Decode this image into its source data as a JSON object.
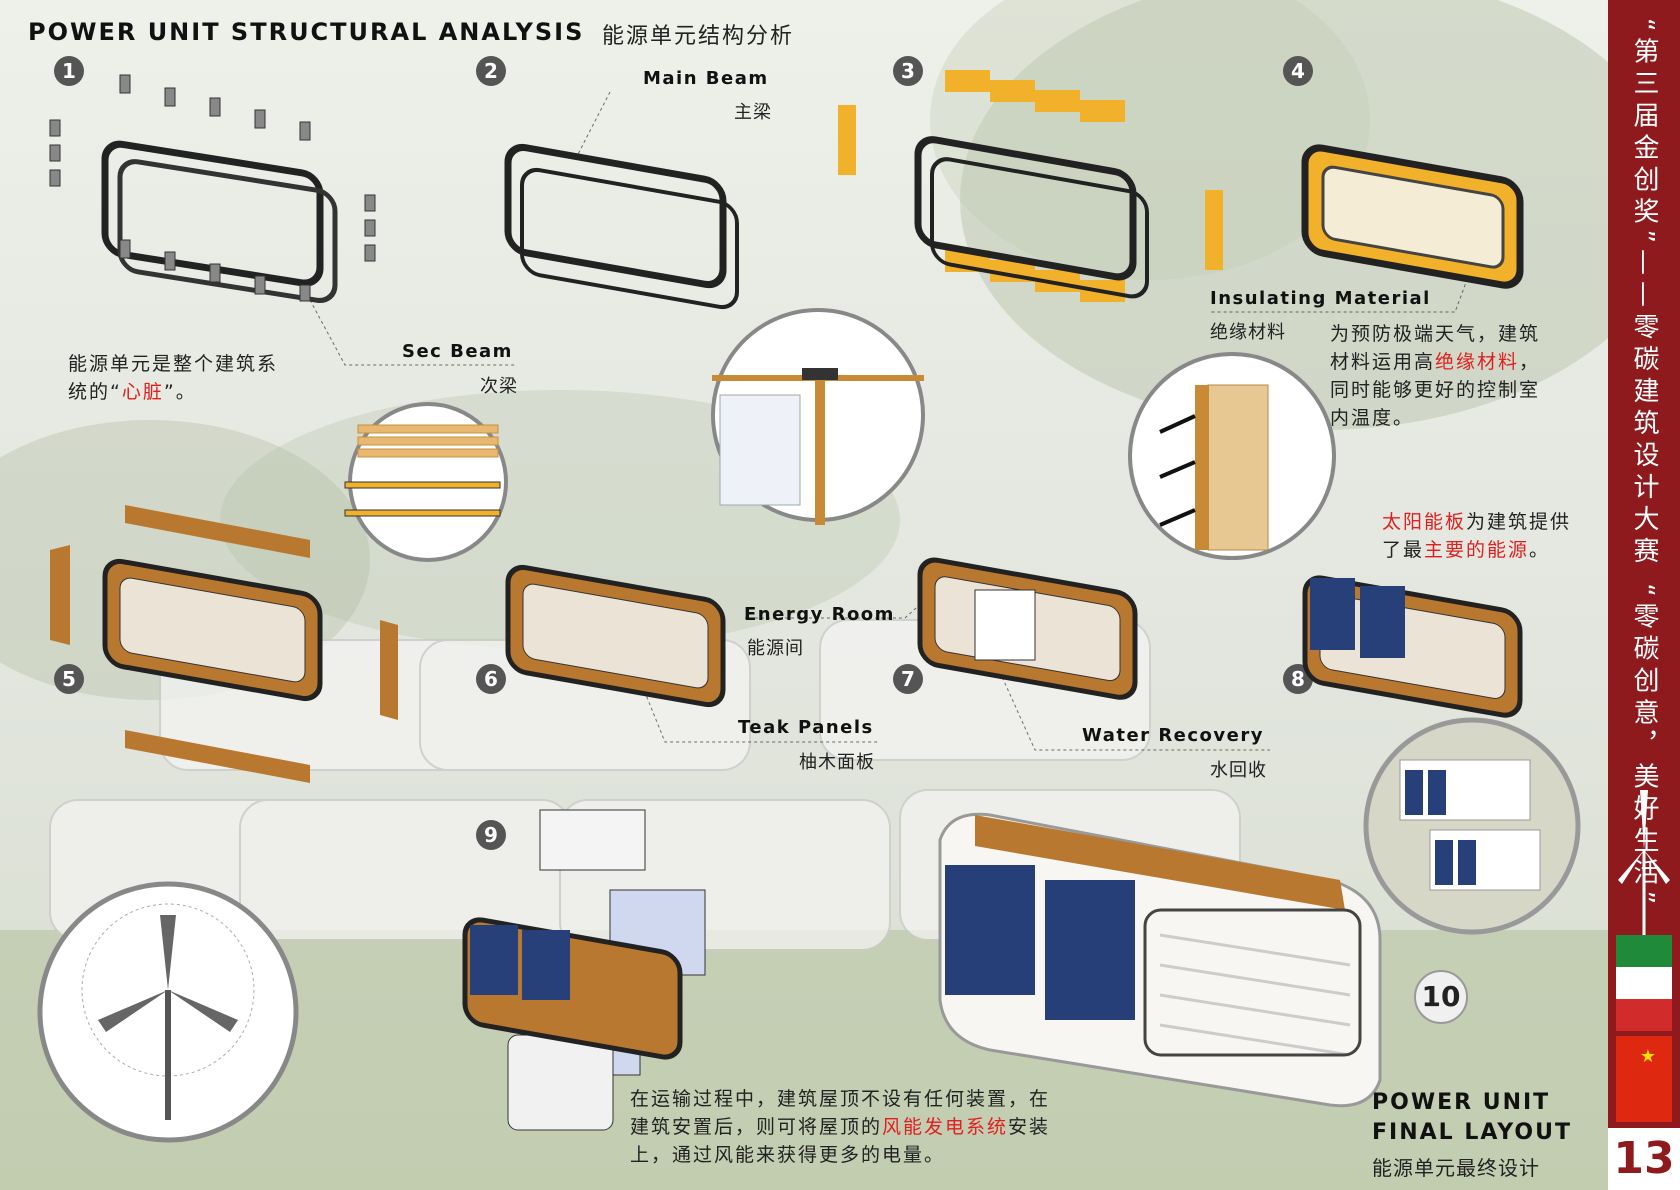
{
  "header": {
    "title_en": "POWER UNIT STRUCTURAL ANALYSIS",
    "title_cn": "能源单元结构分析"
  },
  "steps": [
    "1",
    "2",
    "3",
    "4",
    "5",
    "6",
    "7",
    "8",
    "9",
    "10"
  ],
  "labels": {
    "main_beam": {
      "en": "Main Beam",
      "cn": "主梁"
    },
    "sec_beam": {
      "en": "Sec Beam",
      "cn": "次梁"
    },
    "insulating": {
      "en": "Insulating Material",
      "cn": "绝缘材料"
    },
    "energy_room": {
      "en": "Energy Room",
      "cn": "能源间"
    },
    "teak": {
      "en": "Teak Panels",
      "cn": "柚木面板"
    },
    "water": {
      "en": "Water Recovery",
      "cn": "水回收"
    }
  },
  "texts": {
    "heart": {
      "a": "能源单元是整个建筑系",
      "b": "统的“",
      "hl": "心脏",
      "c": "”。"
    },
    "insul": {
      "l1": "为预防极端天气，建筑",
      "l2a": "材料运用高",
      "l2hl": "绝缘材料",
      "l2b": "，",
      "l3": "同时能够更好的控制室",
      "l4": "内温度。"
    },
    "solar": {
      "hl1": "太阳能板",
      "a": "为建筑提供",
      "b": "了最",
      "hl2": "主要的能源",
      "c": "。"
    },
    "wind": {
      "l1": "在运输过程中，建筑屋顶不设有任何装置，在",
      "l2a": "建筑安置后，则可将屋顶的",
      "l2hl": "风能发电系统",
      "l2b": "安装",
      "l3": "上，通过风能来获得更多的电量。"
    }
  },
  "final": {
    "l1": "POWER UNIT",
    "l2": "FINAL LAYOUT",
    "cn": "能源单元最终设计"
  },
  "sidebar": {
    "text": "“第三届金创奖”——零碳建筑设计大赛 “零碳创意，美好生活”",
    "page": "13"
  },
  "colors": {
    "sidebar": "#8e1a1e",
    "highlight": "#e02020",
    "insulation": "#f2b12a",
    "teak": "#b9782f"
  }
}
